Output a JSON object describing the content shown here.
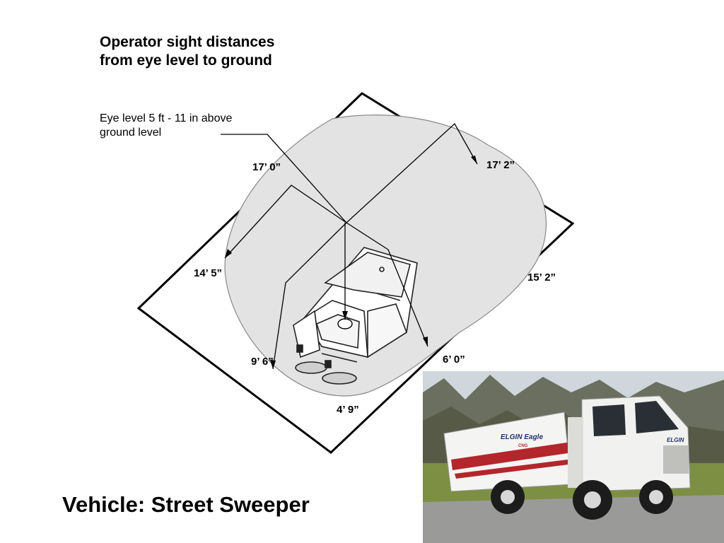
{
  "title": "Operator sight distances\nfrom  eye level to ground",
  "eye_level_note": "Eye level 5 ft - 11 in above\nground level",
  "distances": {
    "front_left_upper": "17’ 0”",
    "front_right_upper": "17’ 2”",
    "left": "14’ 5”",
    "right": "15’ 2”",
    "rear_left": "9’ 6”",
    "rear_right": "6’ 0”",
    "rear": "4’ 9”"
  },
  "caption": "Vehicle: Street Sweeper",
  "photo": {
    "brand_text": "ELGIN Eagle",
    "sub_text": "CNG",
    "cab_badge": "ELGIN"
  },
  "colors": {
    "sight_zone": "#e3e3e3",
    "outline": "#000000",
    "sky": "#cfd6dc",
    "grass": "#7d8f43",
    "road": "#9a9a98",
    "truck_body": "#f4f4f2",
    "stripe_red": "#b3262b"
  }
}
